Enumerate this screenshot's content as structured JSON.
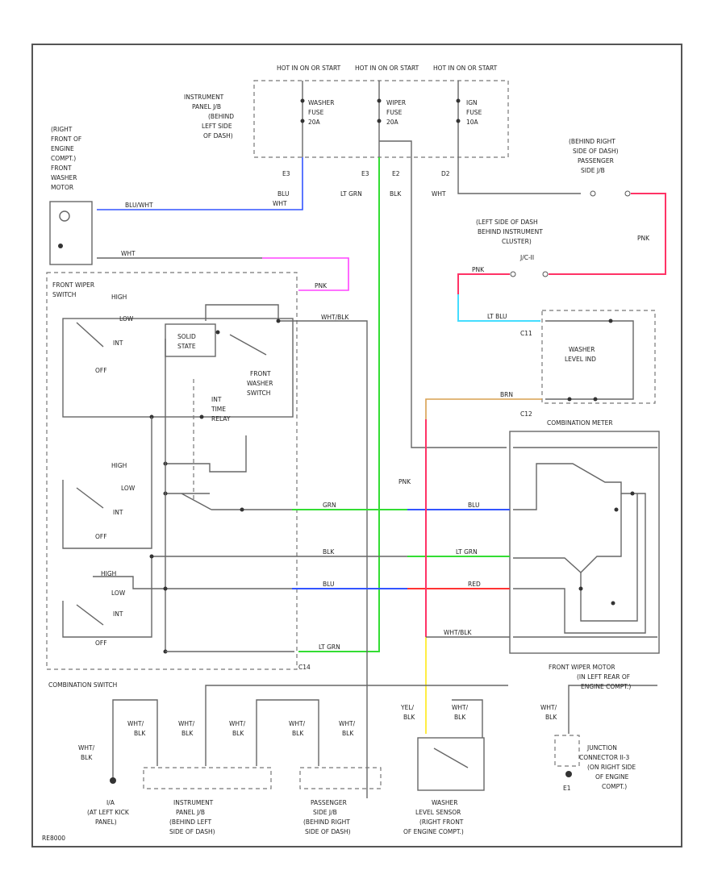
{
  "labels": {
    "hot1": "HOT IN ON OR START",
    "hot2": "HOT IN ON OR START",
    "hot3": "HOT IN ON OR START",
    "ipjb1": "INSTRUMENT",
    "ipjb2": "PANEL J/B",
    "ipjb3": "(BEHIND",
    "ipjb4": "LEFT SIDE",
    "ipjb5": "OF DASH)",
    "fuse1a": "WASHER",
    "fuse1b": "FUSE",
    "fuse1c": "20A",
    "fuse2a": "WIPER",
    "fuse2b": "FUSE",
    "fuse2c": "20A",
    "fuse3a": "IGN",
    "fuse3b": "FUSE",
    "fuse3c": "10A",
    "pump1": "(RIGHT",
    "pump2": "FRONT OF",
    "pump3": "ENGINE",
    "pump4": "COMPT.)",
    "pump5": "FRONT",
    "pump6": "WASHER",
    "pump7": "MOTOR",
    "e3": "E3",
    "e3b": "E3",
    "e2": "E2",
    "d2": "D2",
    "blu_wht": "BLU/WHT",
    "blu": "BLU",
    "wht": "WHT",
    "lt_grn": "LT GRN",
    "blk": "BLK",
    "wht2": "WHT",
    "psjb1": "(BEHIND RIGHT",
    "psjb2": "SIDE OF DASH)",
    "psjb3": "PASSENGER",
    "psjb4": "SIDE J/B",
    "lsd1": "(LEFT SIDE OF DASH",
    "lsd2": "BEHIND INSTRUMENT",
    "lsd3": "CLUSTER)",
    "lsd4": "J/C-II",
    "pnk1": "PNK",
    "pnk2": "PNK",
    "pnk3": "PNK",
    "fws1": "FRONT WIPER",
    "fws2": "SWITCH",
    "high1": "HIGH",
    "low1": "LOW",
    "int1": "INT",
    "off1": "OFF",
    "solid1": "SOLID",
    "solid2": "STATE",
    "fwsw1": "FRONT",
    "fwsw2": "WASHER",
    "fwsw3": "SWITCH",
    "intt1": "INT",
    "intt2": "TIME",
    "intt3": "RELAY",
    "wht_blk": "WHT/BLK",
    "lt_blu": "LT BLU",
    "c11": "C11",
    "wlm1": "WASHER",
    "wlm2": "LEVEL IND",
    "brn": "BRN",
    "c12": "C12",
    "cmeter": "COMBINATION METER",
    "high2": "HIGH",
    "low2": "LOW",
    "int2": "INT",
    "off2": "OFF",
    "high3": "HIGH",
    "low3": "LOW",
    "int3": "INT",
    "off3": "OFF",
    "grn": "GRN",
    "blu2": "BLU",
    "blk2": "BLK",
    "lt_grn2": "LT GRN",
    "blu3": "BLU",
    "red": "RED",
    "lt_grn3": "LT GRN",
    "wht_blk2": "WHT/BLK",
    "pnk4": "PNK",
    "c14": "C14",
    "csw": "COMBINATION SWITCH",
    "wiper1": "FRONT WIPER MOTOR",
    "wiper2": "(IN LEFT REAR OF",
    "wiper3": "ENGINE COMPT.)",
    "wb1": "WHT/",
    "wb1b": "BLK",
    "wb2": "WHT/",
    "wb2b": "BLK",
    "wb3": "WHT/",
    "wb3b": "BLK",
    "wb4": "WHT/",
    "wb4b": "BLK",
    "wb5": "WHT/",
    "wb5b": "BLK",
    "yel1": "YEL/",
    "yel1b": "BLK",
    "wb6": "WHT/",
    "wb6b": "BLK",
    "wb7": "WHT/",
    "wb7b": "BLK",
    "jc1": "JUNCTION",
    "jc2": "CONNECTOR II-3",
    "jc3": "(ON RIGHT SIDE",
    "jc4": "OF ENGINE",
    "jc5": "COMPT.)",
    "g1": "I/A",
    "g2": "(AT LEFT KICK",
    "g3": "PANEL)",
    "ipb1": "INSTRUMENT",
    "ipb2": "PANEL J/B",
    "ipb3": "(BEHIND LEFT",
    "ipb4": "SIDE OF DASH)",
    "psb1": "PASSENGER",
    "psb2": "SIDE J/B",
    "psb3": "(BEHIND RIGHT",
    "psb4": "SIDE OF DASH)",
    "wls1": "WASHER",
    "wls2": "LEVEL SENSOR",
    "wls3": "(RIGHT FRONT",
    "wls4": "OF ENGINE COMPT.)",
    "e1": "E1",
    "ref": "RE8000"
  },
  "wire_colors": {
    "blue": "#3355ff",
    "green": "#33dd33",
    "magenta": "#ff44ff",
    "red": "#ff3366",
    "cyan": "#44ddff",
    "tan": "#d9a050",
    "yellow": "#ffee44",
    "red_wire": "#ff3333"
  }
}
